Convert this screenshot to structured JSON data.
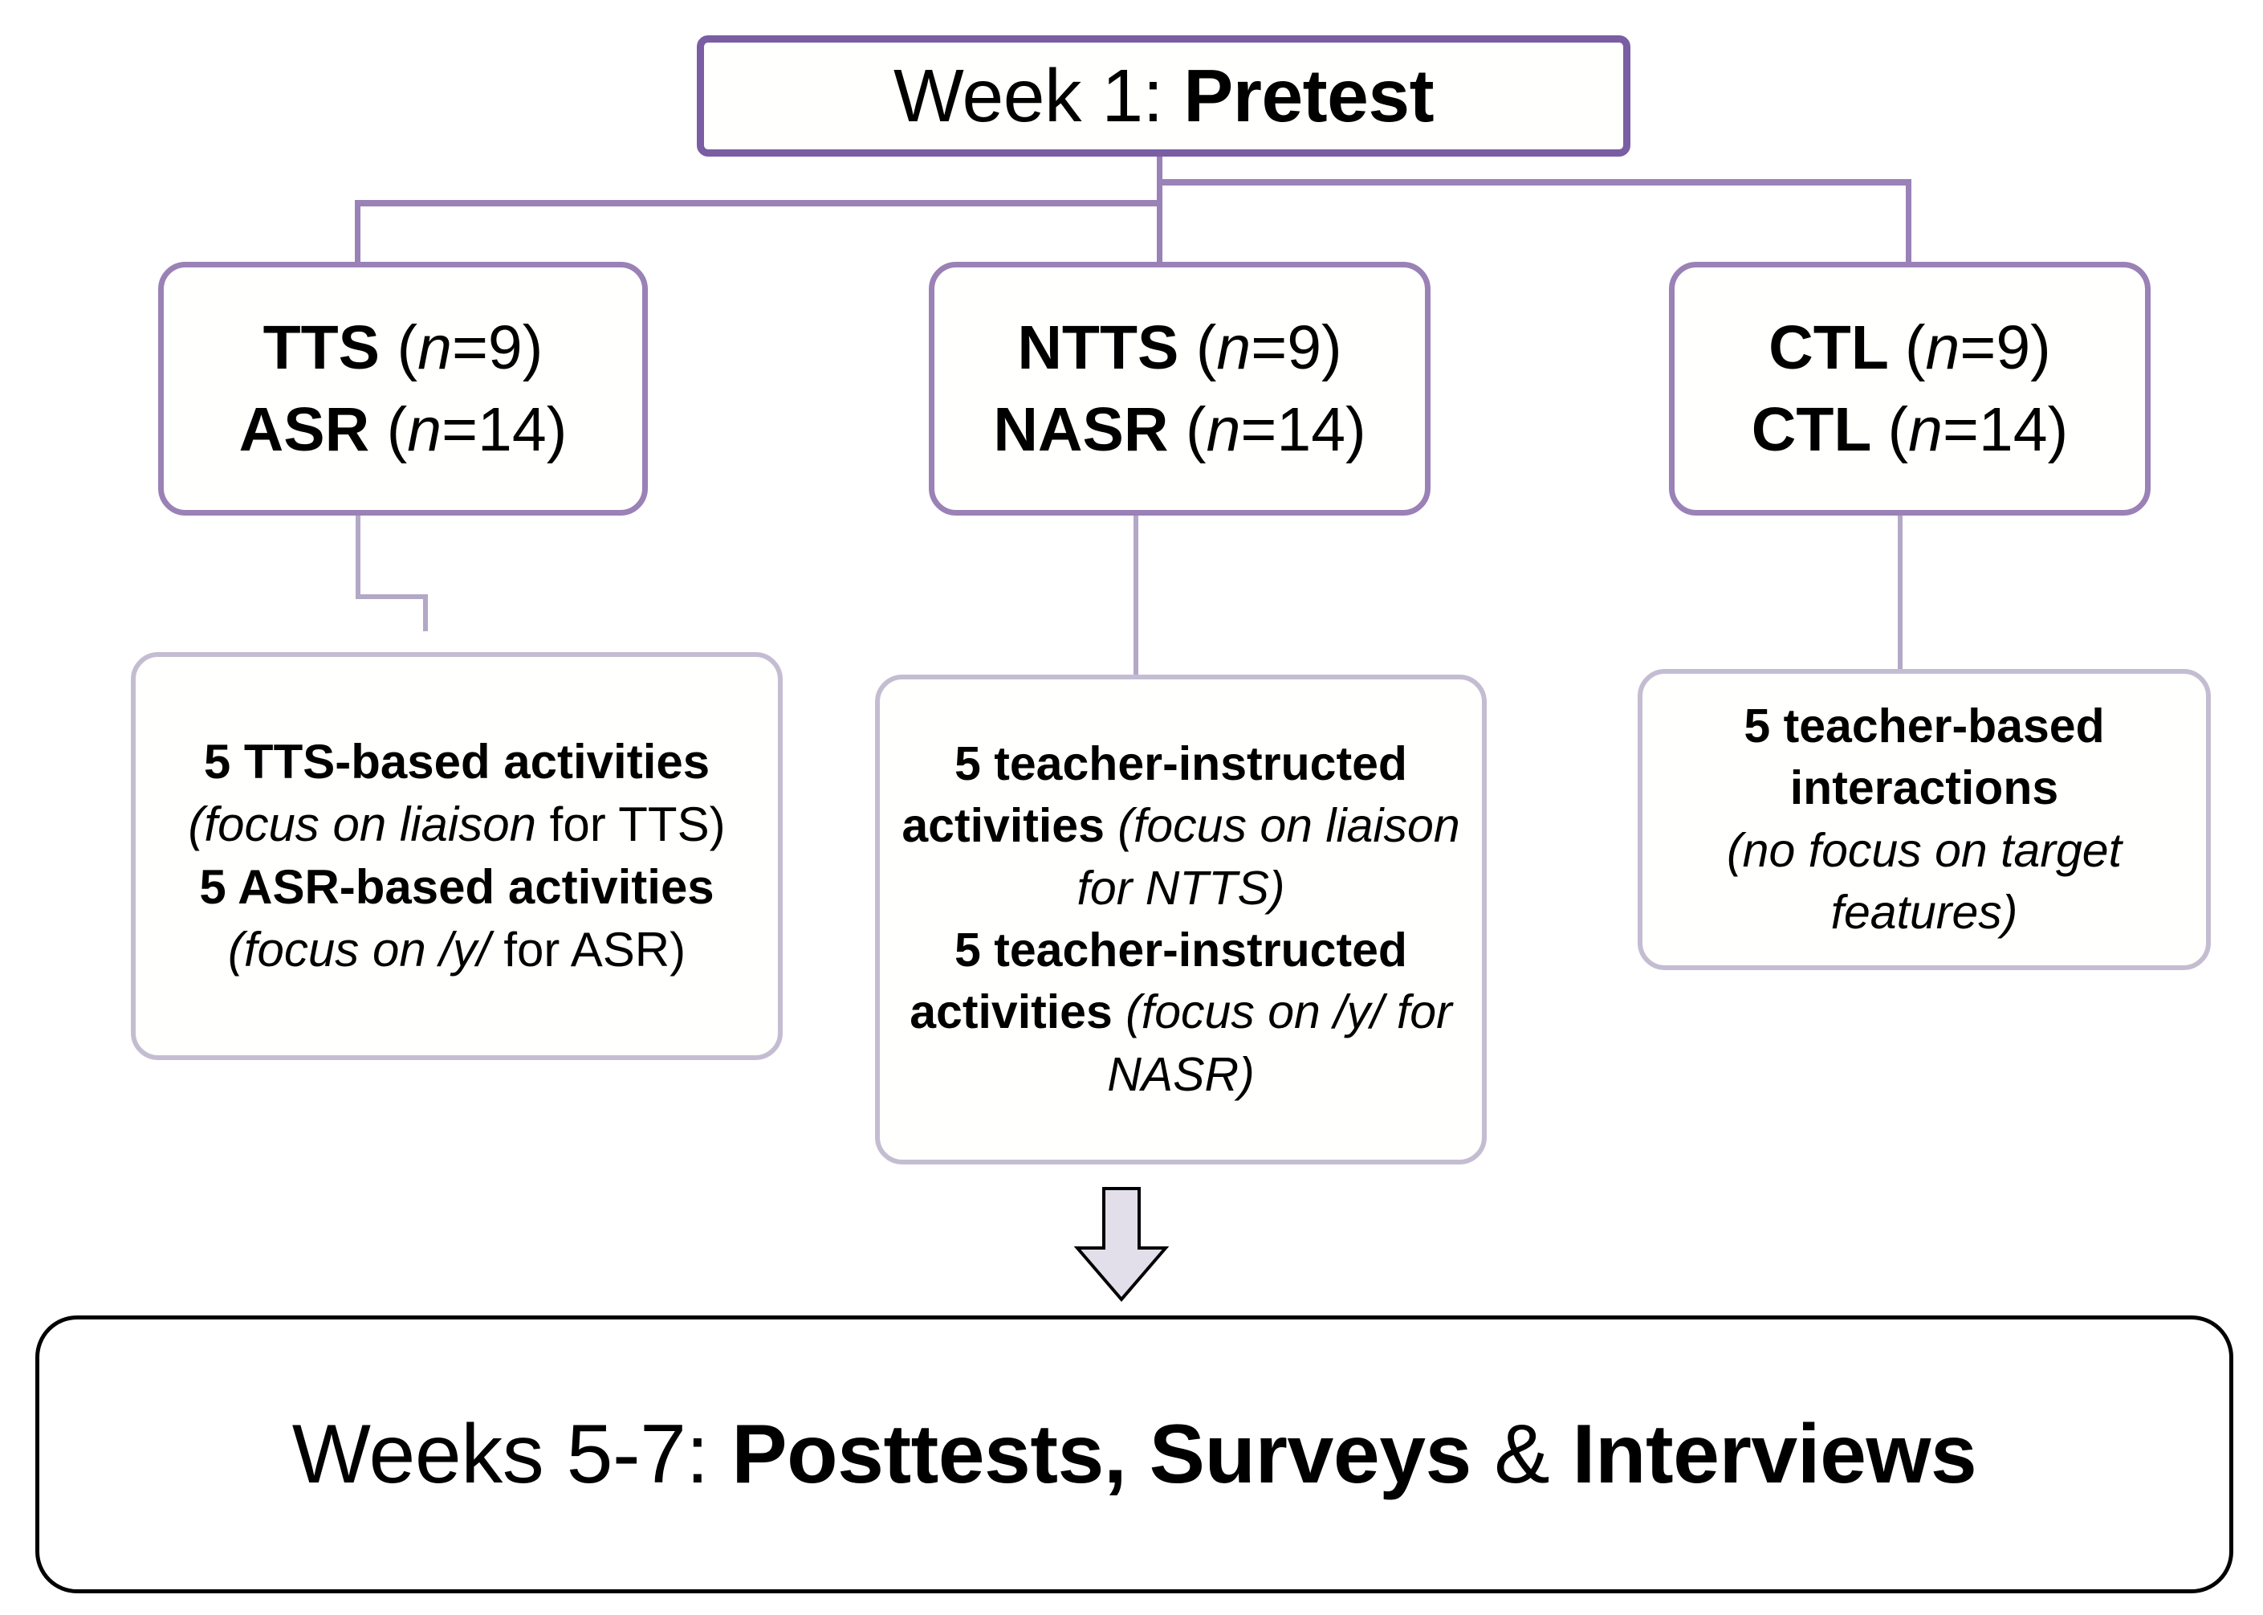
{
  "diagram": {
    "title": "Study design flowchart",
    "colors": {
      "top_box_border": "#7a5ea3",
      "group_box_border": "#9a81b6",
      "activity_box_border": "#c4bdd2",
      "connector": "#9a81b6",
      "connector_light": "#b3a8c6",
      "arrow_fill": "#e3dfea",
      "arrow_stroke": "#000000",
      "bottom_box_border": "#000000",
      "text": "#000000",
      "background": "#ffffff"
    },
    "top": {
      "prefix": "Week 1: ",
      "emphasis": "Pretest"
    },
    "groups": [
      {
        "id": "tts",
        "line1_label": "TTS",
        "line1_n": "(n=9)",
        "line1_n_prefix": "(",
        "line1_n_italic": "n",
        "line1_n_suffix": "=9)",
        "line2_label": "ASR",
        "line2_n_prefix": "(",
        "line2_n_italic": "n",
        "line2_n_suffix": "=14)"
      },
      {
        "id": "ntts",
        "line1_label": "NTTS",
        "line1_n_prefix": "(",
        "line1_n_italic": "n",
        "line1_n_suffix": "=9)",
        "line2_label": "NASR",
        "line2_n_prefix": "(",
        "line2_n_italic": "n",
        "line2_n_suffix": "=14)"
      },
      {
        "id": "ctl",
        "line1_label": "CTL",
        "line1_n_prefix": "(",
        "line1_n_italic": "n",
        "line1_n_suffix": "=9)",
        "line2_label": "CTL",
        "line2_n_prefix": "(",
        "line2_n_italic": "n",
        "line2_n_suffix": "=14)"
      }
    ],
    "activities": {
      "tts": {
        "bold1": "5 TTS-based activities",
        "italic1": "(focus on liaison",
        "plain1": " for TTS)",
        "bold2": "5 ASR-based activities",
        "italic2": "(focus on /y/",
        "plain2": " for ASR)"
      },
      "ntts": {
        "bold1": "5 teacher-instructed activities ",
        "italic1": "(focus on liaison for NTTS)",
        "bold2": "5 teacher-instructed activities ",
        "italic2": "(focus on /y/ for NASR)"
      },
      "ctl": {
        "bold1": "5 teacher-based interactions",
        "italic1": "(no focus on target features)"
      }
    },
    "bottom": {
      "prefix": "Weeks 5-7: ",
      "emphasis1": "Posttests, Surveys",
      "joiner": " & ",
      "emphasis2": "Interviews"
    },
    "arrow": {
      "name": "down-arrow",
      "direction": "down"
    }
  }
}
